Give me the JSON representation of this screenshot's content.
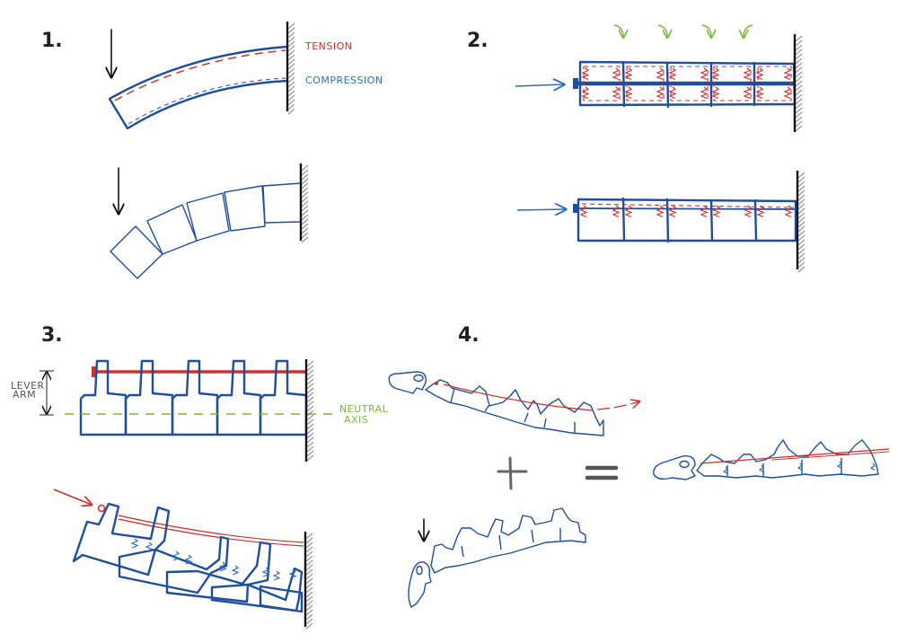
{
  "colors": {
    "structure": "#1f4e9c",
    "tension": "#d0312d",
    "compression": "#2f6dbf",
    "neutral_axis": "#7cb83b",
    "green_arrows": "#7cb83b",
    "wall": "#111111",
    "label_grey": "#555555",
    "operator_grey": "#666666"
  },
  "panels": [
    {
      "number": "1.",
      "labels": {
        "tension": "TENSION",
        "compression": "COMPRESSION"
      },
      "sub_diagrams": [
        "continuous-beam-bending",
        "segmented-beam-bending"
      ]
    },
    {
      "number": "2.",
      "sub_diagrams": [
        "prestressed-segmented-beam-center",
        "prestressed-segmented-beam-top"
      ]
    },
    {
      "number": "3.",
      "labels": {
        "lever_arm": [
          "LEVER",
          "ARM"
        ],
        "neutral_axis": [
          "NEUTRAL",
          "AXIS"
        ]
      },
      "segment_count": 5,
      "sub_diagrams": [
        "vertebrae-with-spines",
        "vertebrae-tension-applied"
      ]
    },
    {
      "number": "4.",
      "operators": {
        "plus": "+",
        "equals": "="
      },
      "sub_diagrams": [
        "neck-with-ligament-tension",
        "neck-with-gravity",
        "neck-balanced-result"
      ]
    }
  ]
}
